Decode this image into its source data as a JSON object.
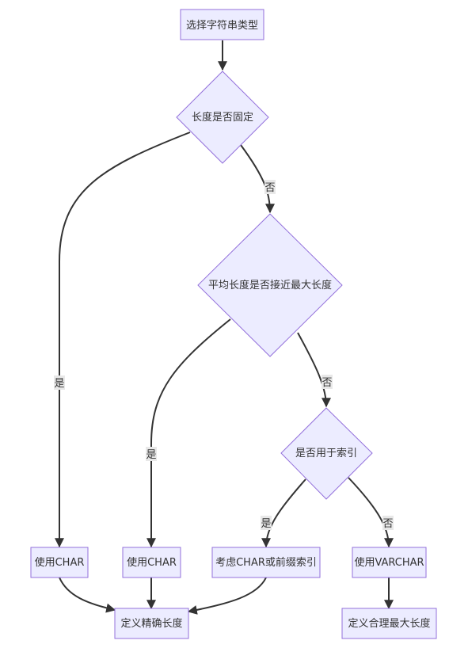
{
  "nodes": {
    "start": "选择字符串类型",
    "d_fixed": "长度是否固定",
    "d_avg": "平均长度是否接近最大长度",
    "d_index": "是否用于索引",
    "char1": "使用CHAR",
    "char2": "使用CHAR",
    "prefix": "考虑CHAR或前缀索引",
    "varchar": "使用VARCHAR",
    "exact": "定义精确长度",
    "reasonable": "定义合理最大长度"
  },
  "edge_labels": {
    "fixed_no": "否",
    "fixed_yes": "是",
    "avg_yes": "是",
    "avg_no": "否",
    "index_yes": "是",
    "index_no": "否"
  },
  "colors": {
    "node_fill": "#ececff",
    "node_stroke": "#9370db",
    "edge": "#333333",
    "label_bg": "#e8e8e8"
  }
}
